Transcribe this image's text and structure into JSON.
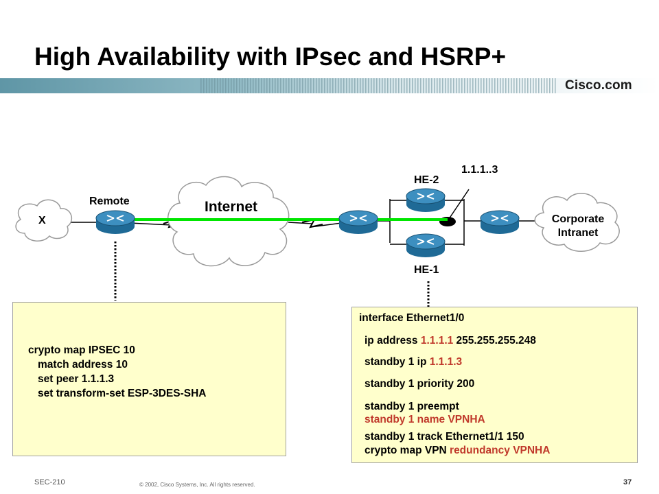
{
  "slide": {
    "title": "High Availability with IPsec and HSRP+",
    "brand": "Cisco.com",
    "footer_left": "SEC-210",
    "footer_copyright": "© 2002, Cisco Systems, Inc. All rights reserved.",
    "page_number": "37"
  },
  "diagram": {
    "cloud_x": "X",
    "remote_label": "Remote",
    "internet_label": "Internet",
    "he2_label": "HE-2",
    "he1_label": "HE-1",
    "vip_label": "1.1.1..3",
    "corporate_line1": "Corporate",
    "corporate_line2": "Intranet"
  },
  "remote_config": {
    "line1": "crypto map IPSEC 10",
    "line2": "match address 10",
    "line3": "set peer 1.1.1.3",
    "line4": "set transform-set ESP-3DES-SHA"
  },
  "he_config": {
    "interface": "interface Ethernet1/0",
    "ip_prefix": "ip address ",
    "ip_addr": "1.1.1.1",
    "ip_mask": " 255.255.255.248",
    "standby_ip_prefix": "standby 1 ip ",
    "standby_ip_addr": "1.1.1.3",
    "priority": "standby 1 priority 200",
    "preempt": "standby 1 preempt",
    "name": "standby 1 name VPNHA",
    "track": "standby 1 track Ethernet1/1 150",
    "crypto_prefix": "crypto map VPN ",
    "crypto_suffix": "redundancy VPNHA"
  },
  "colors": {
    "tunnel": "#00e600",
    "router": "#2a7fb2",
    "config_bg": "#ffffcc",
    "highlight": "#c0392b",
    "band": "#5f96a6"
  }
}
